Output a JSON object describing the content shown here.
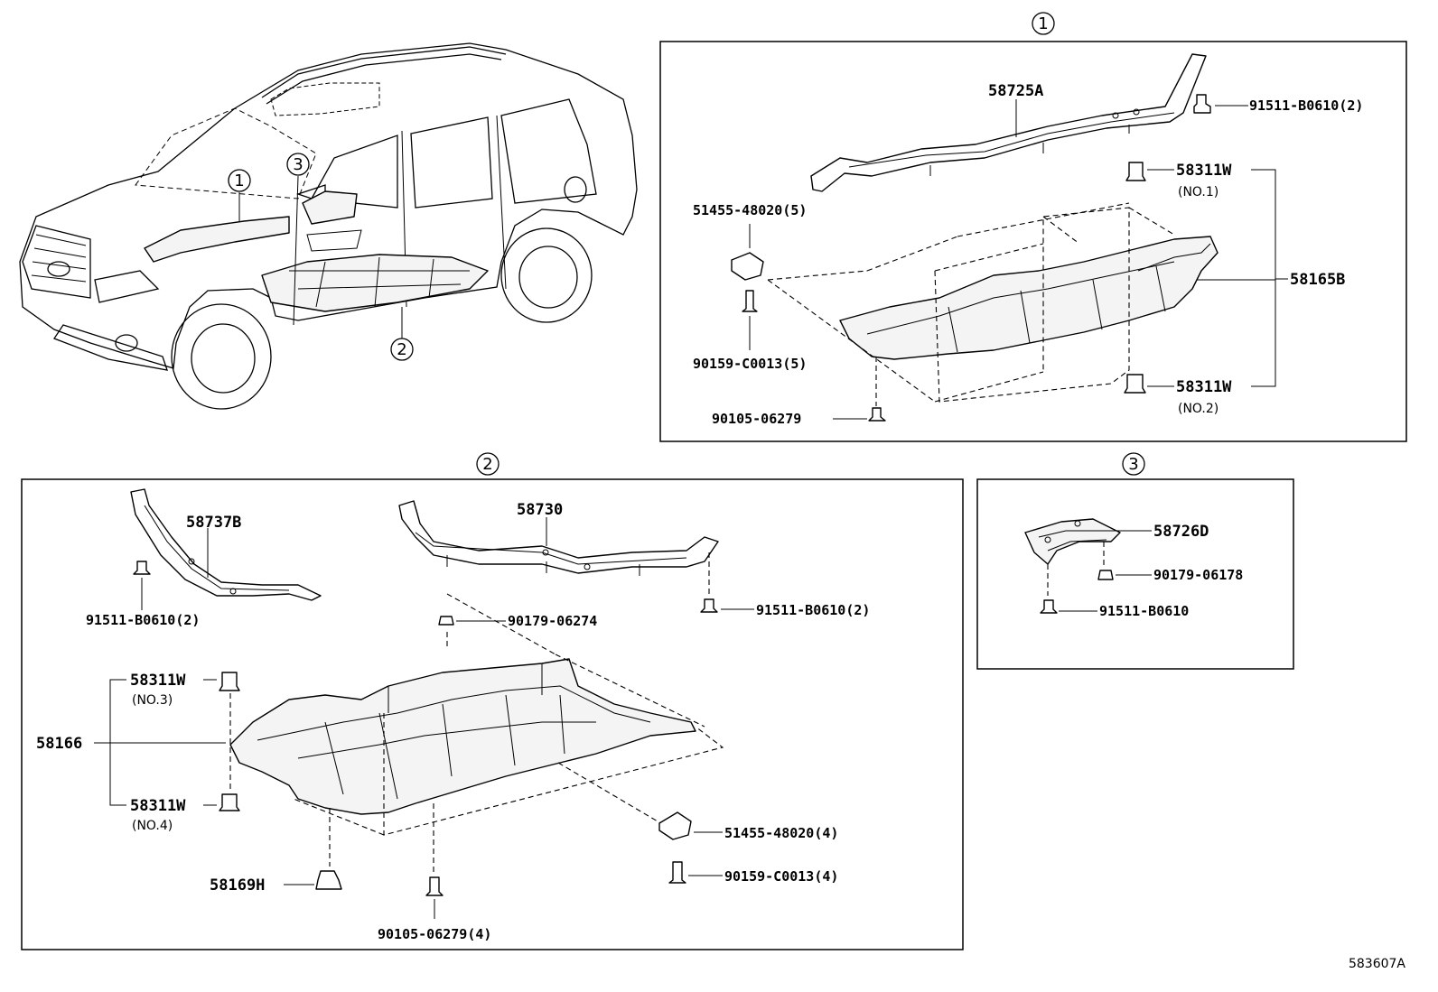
{
  "callouts": {
    "c1": "1",
    "c2": "2",
    "c3": "3"
  },
  "section1": {
    "title": "1",
    "parts": {
      "p58725A": "58725A",
      "p91511_2": "91511-B0610(2)",
      "p58311W_1": "58311W",
      "no1": "(NO.1)",
      "p51455_5": "51455-48020(5)",
      "p58165B": "58165B",
      "p90159_5": "90159-C0013(5)",
      "p58311W_2": "58311W",
      "no2": "(NO.2)",
      "p90105": "90105-06279"
    }
  },
  "section2": {
    "title": "2",
    "parts": {
      "p58737B": "58737B",
      "p58730": "58730",
      "p91511_left": "91511-B0610(2)",
      "p91511_right": "91511-B0610(2)",
      "p90179_06274": "90179-06274",
      "p58311W_3": "58311W",
      "no3": "(NO.3)",
      "p58166": "58166",
      "p58311W_4": "58311W",
      "no4": "(NO.4)",
      "p51455_4": "51455-48020(4)",
      "p90159_4": "90159-C0013(4)",
      "p58169H": "58169H",
      "p90105_4": "90105-06279(4)"
    }
  },
  "section3": {
    "title": "3",
    "parts": {
      "p58726D": "58726D",
      "p90179_06178": "90179-06178",
      "p91511": "91511-B0610"
    }
  },
  "reference": "583607A"
}
